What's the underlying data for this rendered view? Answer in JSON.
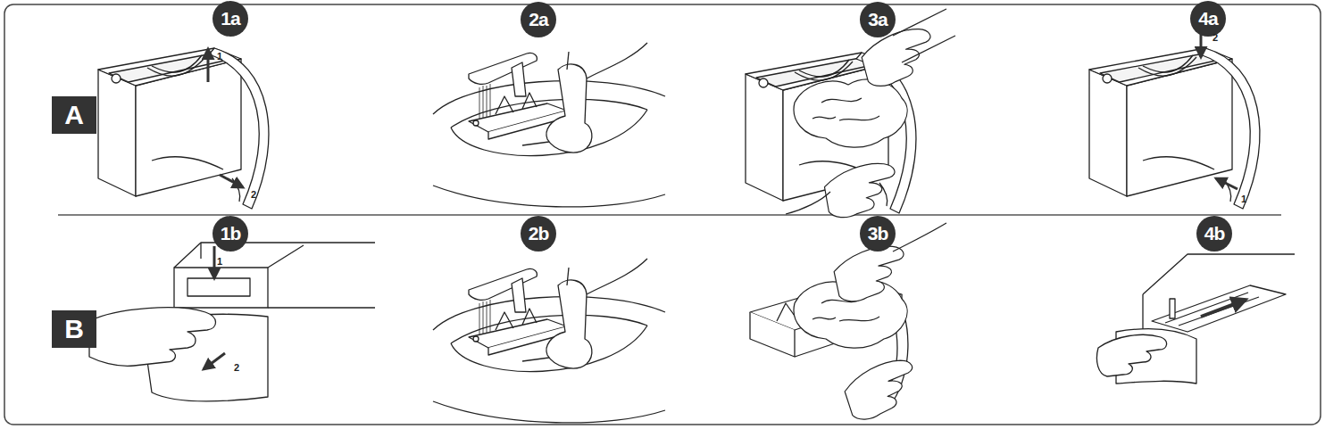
{
  "diagram": {
    "nodes": [
      {
        "text": [
          "A"
        ]
      },
      {
        "text": [
          "1a"
        ]
      },
      {
        "text": [
          "2a"
        ]
      },
      {
        "text": [
          "3a"
        ]
      },
      {
        "text": [
          "4a"
        ]
      },
      {
        "text": [
          "B"
        ]
      },
      {
        "text": [
          "1b"
        ]
      },
      {
        "text": [
          "2b"
        ]
      },
      {
        "text": [
          "3b"
        ]
      },
      {
        "text": [
          "4b"
        ]
      }
    ],
    "labels": [
      "1",
      "2",
      "2",
      "1",
      "1",
      "2"
    ]
  }
}
